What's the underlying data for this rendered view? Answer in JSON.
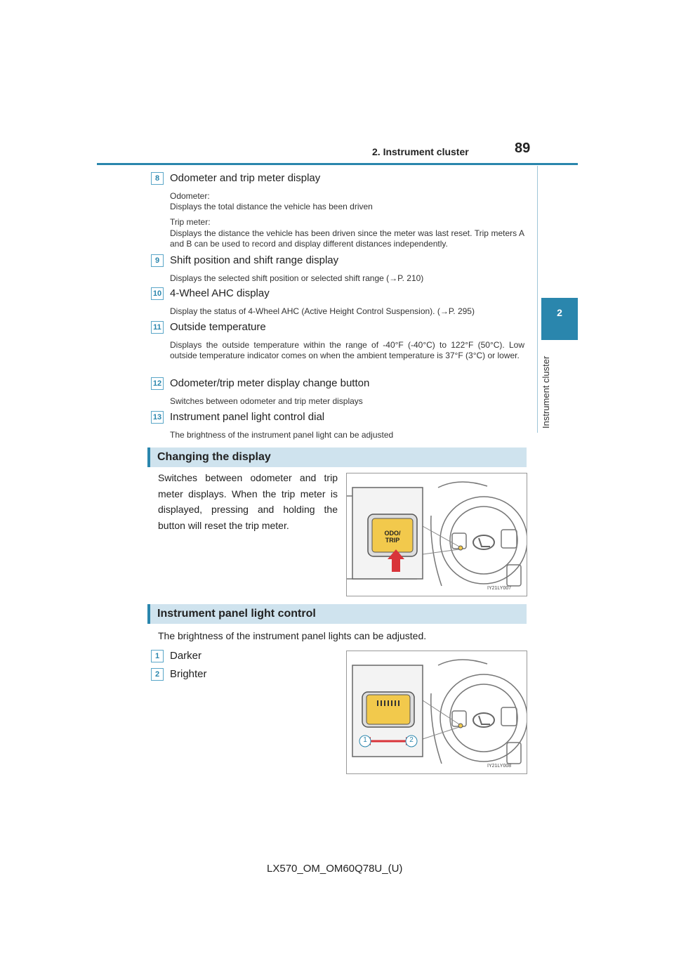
{
  "header": {
    "section_title": "2. Instrument cluster",
    "page_number": "89"
  },
  "side_tab": {
    "number": "2",
    "label": "Instrument cluster"
  },
  "items": [
    {
      "num": "8",
      "title": "Odometer and trip meter display",
      "lines": [
        "Odometer:",
        "Displays the total distance the vehicle has been driven",
        "Trip meter:",
        "Displays the distance the vehicle has been driven since the meter was last reset. Trip meters A and B can be used to record and display different distances independently."
      ]
    },
    {
      "num": "9",
      "title": "Shift position and shift range display",
      "lines": [
        "Displays the selected shift position or selected shift range (→P. 210)"
      ]
    },
    {
      "num": "10",
      "title": "4-Wheel AHC display",
      "lines": [
        "Display the status of 4-Wheel AHC (Active Height Control Suspension). (→P. 295)"
      ]
    },
    {
      "num": "11",
      "title": "Outside temperature",
      "lines": [
        "Displays the outside temperature within the range of -40°F (-40°C) to 122°F (50°C). Low outside temperature indicator comes on when the ambient temperature is 37°F (3°C) or lower."
      ]
    },
    {
      "num": "12",
      "title": "Odometer/trip meter display change button",
      "lines": [
        "Switches between odometer and trip meter displays"
      ]
    },
    {
      "num": "13",
      "title": "Instrument panel light control dial",
      "lines": [
        "The brightness of the instrument panel light can be adjusted"
      ]
    }
  ],
  "section1": {
    "heading": "Changing the display",
    "paragraph": "Switches between odometer and trip meter displays. When the trip meter is displayed, pressing and holding the button will reset the trip meter.",
    "figure": {
      "button_label_1": "ODO/",
      "button_label_2": "TRIP",
      "code": "IY21LY007"
    }
  },
  "section2": {
    "heading": "Instrument panel light control",
    "paragraph": "The brightness of the instrument panel lights can be adjusted.",
    "list": [
      {
        "num": "1",
        "label": "Darker"
      },
      {
        "num": "2",
        "label": "Brighter"
      }
    ],
    "figure": {
      "callout_1": "1",
      "callout_2": "2",
      "code": "IY21LY008"
    }
  },
  "footer": {
    "text": "LX570_OM_OM60Q78U_(U)"
  },
  "colors": {
    "accent": "#2a86ad",
    "section_bg": "#cfe3ee",
    "button_yellow": "#f2c94c",
    "arrow_red": "#d9343a"
  }
}
